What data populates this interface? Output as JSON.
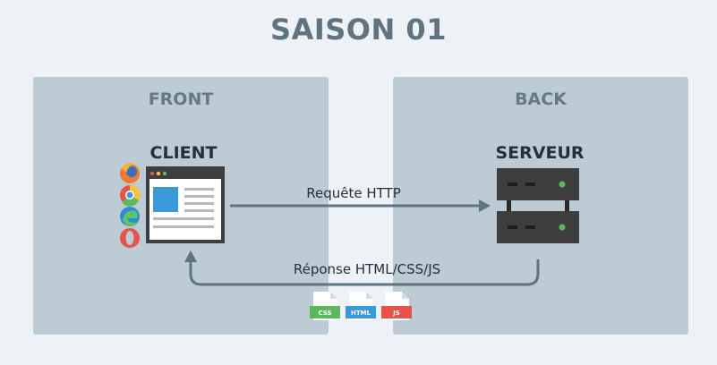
{
  "title": "SAISON 01",
  "front": {
    "label": "FRONT",
    "node": "CLIENT"
  },
  "back": {
    "label": "BACK",
    "node": "SERVEUR"
  },
  "request": {
    "label": "Requête HTTP"
  },
  "response": {
    "label": "Réponse HTML/CSS/JS"
  },
  "files": [
    {
      "label": "CSS",
      "color": "#5cb85c"
    },
    {
      "label": "HTML",
      "color": "#3a9ad9"
    },
    {
      "label": "JS",
      "color": "#e5534b"
    }
  ],
  "browsers": [
    "firefox-icon",
    "chrome-icon",
    "edge-icon",
    "opera-icon"
  ],
  "colors": {
    "arrow": "#5f7381",
    "server": "#3e3e3e",
    "led": "#5cb85c",
    "accent": "#3a9ad9"
  }
}
